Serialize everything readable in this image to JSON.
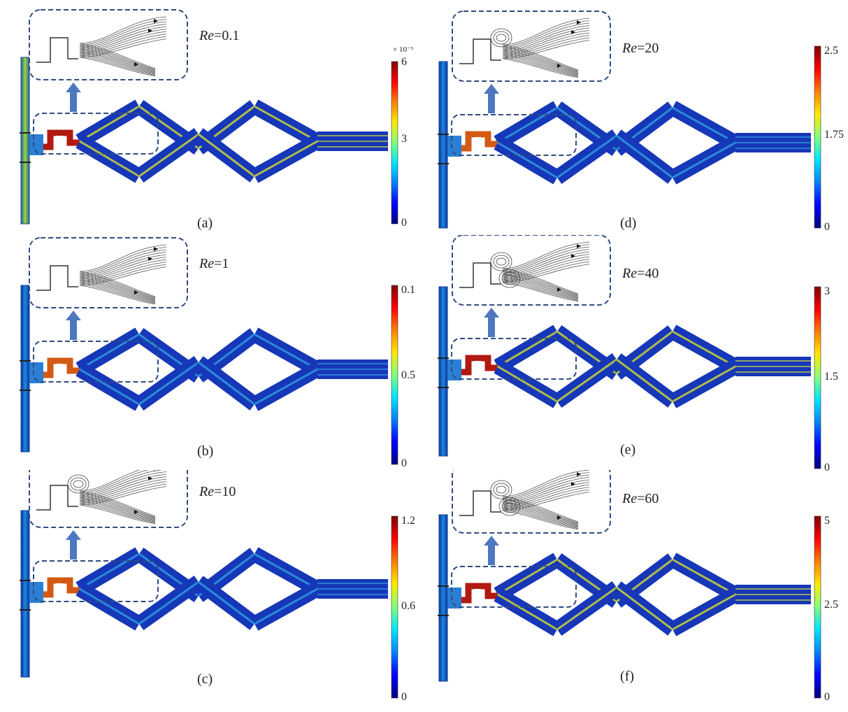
{
  "colors": {
    "jet": [
      "#00007f",
      "#0000ff",
      "#0080ff",
      "#00e5ff",
      "#7fff7f",
      "#ffea00",
      "#ff8000",
      "#ff0000",
      "#7f0000"
    ],
    "inset_border": "#2f4b82",
    "arrow": "#4d78bf",
    "channel_base": "#1b3fbf"
  },
  "panels": [
    {
      "id": "a",
      "re_prefix": "Re",
      "re_value": "=0.1",
      "label": "(a)",
      "ticks": [
        "6",
        "3",
        "0"
      ],
      "exponent": "× 10⁻³",
      "flow_intensity": 0.75,
      "vortices": 0
    },
    {
      "id": "d",
      "re_prefix": "Re",
      "re_value": "=20",
      "label": "(d)",
      "ticks": [
        "2.5",
        "1.75",
        "0"
      ],
      "exponent": "",
      "flow_intensity": 0.45,
      "vortices": 1
    },
    {
      "id": "b",
      "re_prefix": "Re",
      "re_value": "=1",
      "label": "(b)",
      "ticks": [
        "0.1",
        "0.5",
        "0"
      ],
      "exponent": "",
      "flow_intensity": 0.5,
      "vortices": 0
    },
    {
      "id": "e",
      "re_prefix": "Re",
      "re_value": "=40",
      "label": "(e)",
      "ticks": [
        "3",
        "1.5",
        "0"
      ],
      "exponent": "",
      "flow_intensity": 0.7,
      "vortices": 2
    },
    {
      "id": "c",
      "re_prefix": "Re",
      "re_value": "=10",
      "label": "(c)",
      "ticks": [
        "1.2",
        "0.6",
        "0"
      ],
      "exponent": "",
      "flow_intensity": 0.45,
      "vortices": 1
    },
    {
      "id": "f",
      "re_prefix": "Re",
      "re_value": "=60",
      "label": "(f)",
      "ticks": [
        "5",
        "2.5",
        "0"
      ],
      "exponent": "",
      "flow_intensity": 0.7,
      "vortices": 2
    }
  ]
}
